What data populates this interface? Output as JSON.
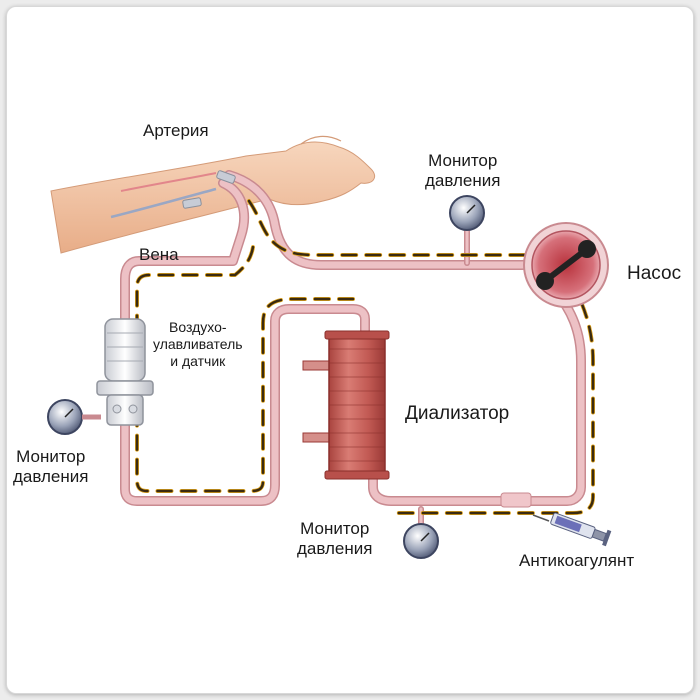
{
  "labels": {
    "artery": "Артерия",
    "vein": "Вена",
    "pressure_monitor_top": [
      "Монитор",
      "давления"
    ],
    "pressure_monitor_left": [
      "Монитор",
      "давления"
    ],
    "pressure_monitor_bottom": [
      "Монитор",
      "давления"
    ],
    "pump": "Насос",
    "air_trap": [
      "Воздухо-",
      "улавливатель",
      "и датчик"
    ],
    "dialyzer": "Диализатор",
    "anticoagulant": "Антикоагулянт"
  },
  "colors": {
    "tube": "#e7b1b5",
    "tube_edge": "#c98a90",
    "flow_dash": "#3a2a10",
    "flow_accent": "#e0a41c",
    "dialyzer": "#c9605b",
    "pump_outer": "#e4b8bc",
    "skin": "#f3c7a8"
  }
}
